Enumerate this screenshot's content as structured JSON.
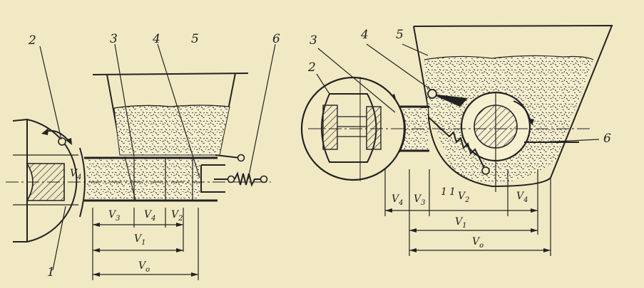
{
  "left_figure": {
    "part_numbers": [
      "2",
      "3",
      "4",
      "5",
      "6",
      "1"
    ],
    "dimension_labels": {
      "v4_inner": "V",
      "v4_inner_sub": "4",
      "v3": "V",
      "v3_sub": "3",
      "v4": "V",
      "v4_sub": "4",
      "v2": "V",
      "v2_sub": "2",
      "v1": "V",
      "v1_sub": "1",
      "v0": "V",
      "v0_sub": "o"
    }
  },
  "right_figure": {
    "part_numbers": [
      "3",
      "4",
      "5",
      "2",
      "6",
      "1",
      "1"
    ],
    "dimension_labels": {
      "v4a": "V",
      "v4a_sub": "4",
      "v3": "V",
      "v3_sub": "3",
      "v2": "V",
      "v2_sub": "2",
      "v4b": "V",
      "v4b_sub": "4",
      "v1": "V",
      "v1_sub": "1",
      "v0": "V",
      "v0_sub": "o"
    }
  }
}
